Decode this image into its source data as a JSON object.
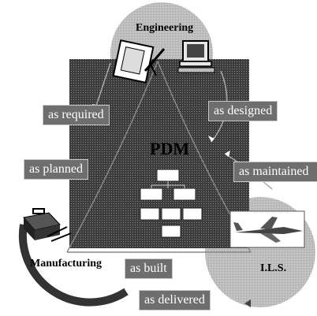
{
  "diagram": {
    "center_label": "PDM",
    "nodes": {
      "engineering": "Engineering",
      "manufacturing": "Manufacturing",
      "ils": "I.L.S."
    },
    "flows": {
      "as_required": "as required",
      "as_designed": "as designed",
      "as_planned": "as planned",
      "as_maintained": "as maintained",
      "as_built": "as built",
      "as_delivered": "as delivered"
    },
    "icons": [
      "drafting-board-icon",
      "computer-icon",
      "toolbox-icon",
      "jet-aircraft-icon",
      "org-chart-icon"
    ],
    "colors": {
      "center_square": "#4a4a4a",
      "circles": "#bdbdbd",
      "label_bg": "#6e6e6e"
    }
  }
}
